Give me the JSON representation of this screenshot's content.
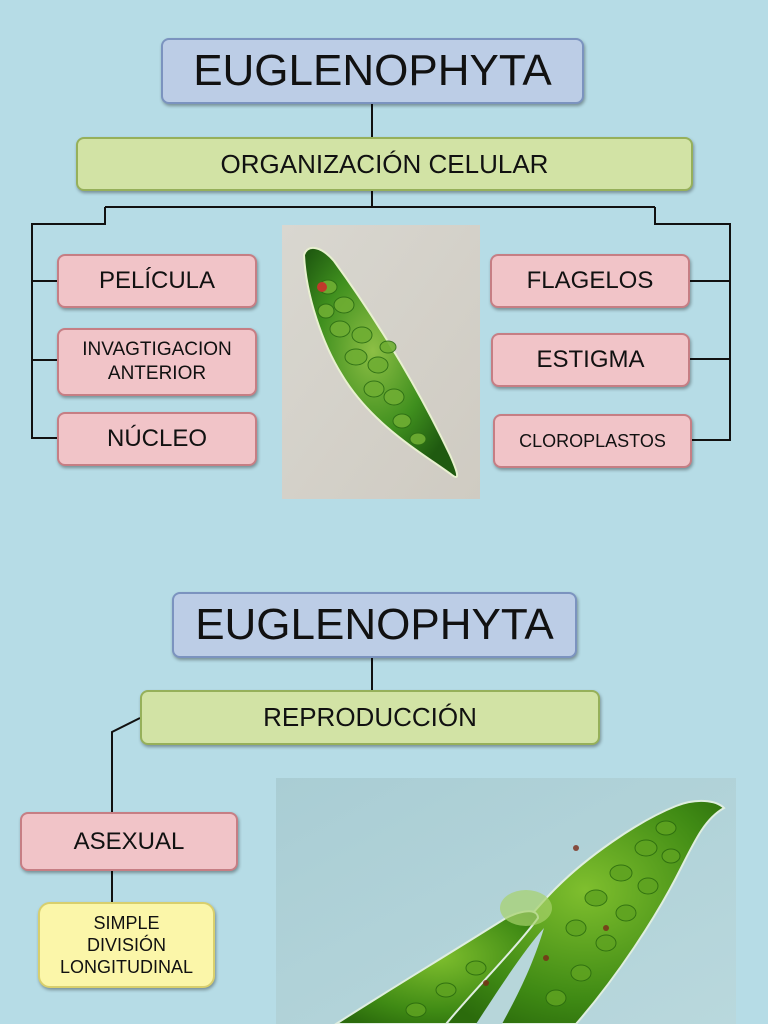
{
  "slide1": {
    "title": "EUGLENOPHYTA",
    "subtitle": "ORGANIZACIÓN CELULAR",
    "left_items": [
      "PELÍCULA",
      "INVAGTIGACION ANTERIOR",
      "NÚCLEO"
    ],
    "right_items": [
      "FLAGELOS",
      "ESTIGMA",
      "CLOROPLASTOS"
    ]
  },
  "slide2": {
    "title": "EUGLENOPHYTA",
    "subtitle": "REPRODUCCIÓN",
    "type": "ASEXUAL",
    "detail": "SIMPLE DIVISIÓN LONGITUDINAL"
  },
  "colors": {
    "background": "#b6dce6",
    "title_fill": "#bccde6",
    "subtitle_fill": "#d2e3a5",
    "item_fill": "#f1c4c8",
    "detail_fill": "#fbf6a9"
  }
}
